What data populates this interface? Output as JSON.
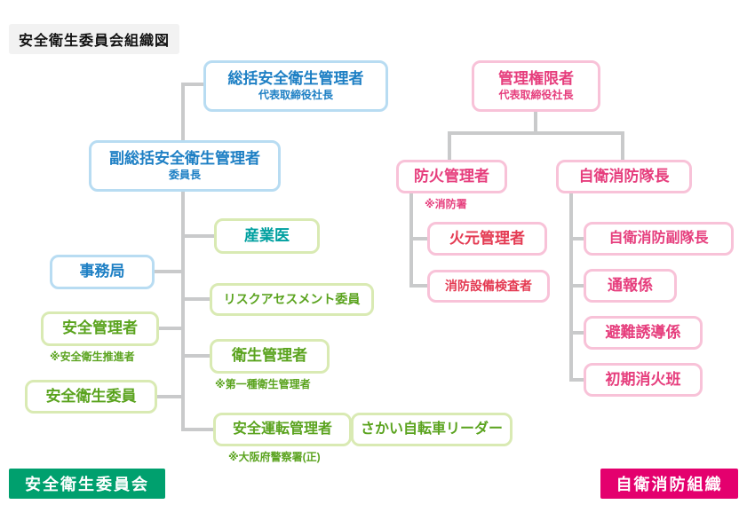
{
  "title": "安全衛生委員会組織図",
  "colors": {
    "blue_text": "#1d7fc4",
    "blue_border": "#b8dcf2",
    "teal_text": "#00a0a0",
    "green_text": "#5aa31e",
    "green_border": "#d9eab3",
    "pink_text": "#e63e7d",
    "red_text": "#e43a52",
    "pink_border": "#f8c2d8",
    "line": "#c9cacb",
    "badge_left_bg": "#00a06e",
    "badge_right_bg": "#e4006e",
    "badge_text": "#ffffff",
    "title_text": "#111111",
    "title_bg": "#f2f2f2"
  },
  "nodes": {
    "soukatsu": {
      "label": "総括安全衛生管理者",
      "sub": "代表取締役社長"
    },
    "fuku_soukatsu": {
      "label": "副総括安全衛生管理者",
      "sub": "委員長"
    },
    "sangyoui": {
      "label": "産業医"
    },
    "jimukyoku": {
      "label": "事務局"
    },
    "risk_iin": {
      "label": "リスクアセスメント委員"
    },
    "anzen_kanrisha": {
      "label": "安全管理者",
      "note": "※安全衛生推進者"
    },
    "eisei_kanrisha": {
      "label": "衛生管理者",
      "note": "※第一種衛生管理者"
    },
    "anzen_eisei_iin": {
      "label": "安全衛生委員"
    },
    "anzen_unten_kanrisha": {
      "label": "安全運転管理者",
      "note": "※大阪府警察署(正)"
    },
    "sakai_jitensha_leader": {
      "label": "さかい自転車リーダー"
    },
    "kanri_kengensha": {
      "label": "管理権限者",
      "sub": "代表取締役社長"
    },
    "boka_kanrisha": {
      "label": "防火管理者",
      "note": "※消防署"
    },
    "jiei_shobo_taicho": {
      "label": "自衛消防隊長"
    },
    "himoto_kanrisha": {
      "label": "火元管理者"
    },
    "shobo_setsubi_kensasha": {
      "label": "消防設備検査者"
    },
    "jiei_shobo_fukutaicho": {
      "label": "自衛消防副隊長"
    },
    "tsuho_gakari": {
      "label": "通報係"
    },
    "hinan_yudo_gakari": {
      "label": "避難誘導係"
    },
    "shoki_shoka_han": {
      "label": "初期消火班"
    }
  },
  "badges": {
    "left": "安全衛生委員会",
    "right": "自衛消防組織"
  }
}
